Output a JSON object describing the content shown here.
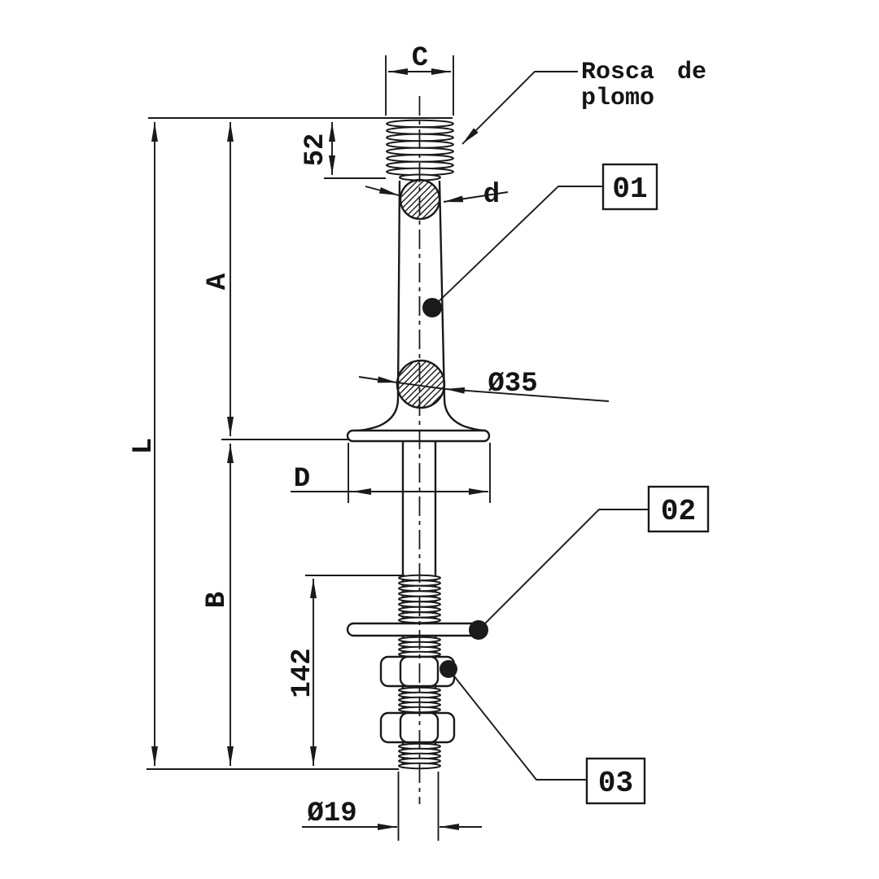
{
  "drawing": {
    "background": "#ffffff",
    "ink": "#1a1a1a",
    "note": {
      "line1": "Rosca de",
      "line2": "plomo"
    },
    "dims": {
      "c": "C",
      "len52": "52",
      "d_small": "d",
      "a": "A",
      "l": "L",
      "b": "B",
      "d_base": "D",
      "dia35": "Ø35",
      "len142": "142",
      "dia19": "Ø19"
    },
    "callouts": {
      "c01": "01",
      "c02": "02",
      "c03": "03"
    }
  }
}
